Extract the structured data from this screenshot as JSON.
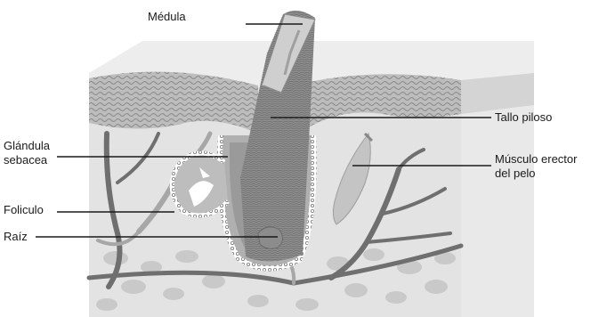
{
  "labels": {
    "medula": "Médula",
    "tallo_piloso": "Tallo piloso",
    "glandula_sebacea": "Glándula\nsebacea",
    "musculo_erector": "Músculo erector\ndel pelo",
    "foliculo": "Foliculo",
    "raiz": "Raíz"
  },
  "colors": {
    "background": "#ffffff",
    "dermis": "#e3e3e3",
    "skin_top": "#ededed",
    "epidermis": "#b5b5b5",
    "hair": "#8c8c8c",
    "dark_vessel": "#6f6f6f",
    "light_vessel": "#a7a7a7",
    "fat_cells": "#c9c9c9",
    "label_line": "#1a1a1a"
  }
}
